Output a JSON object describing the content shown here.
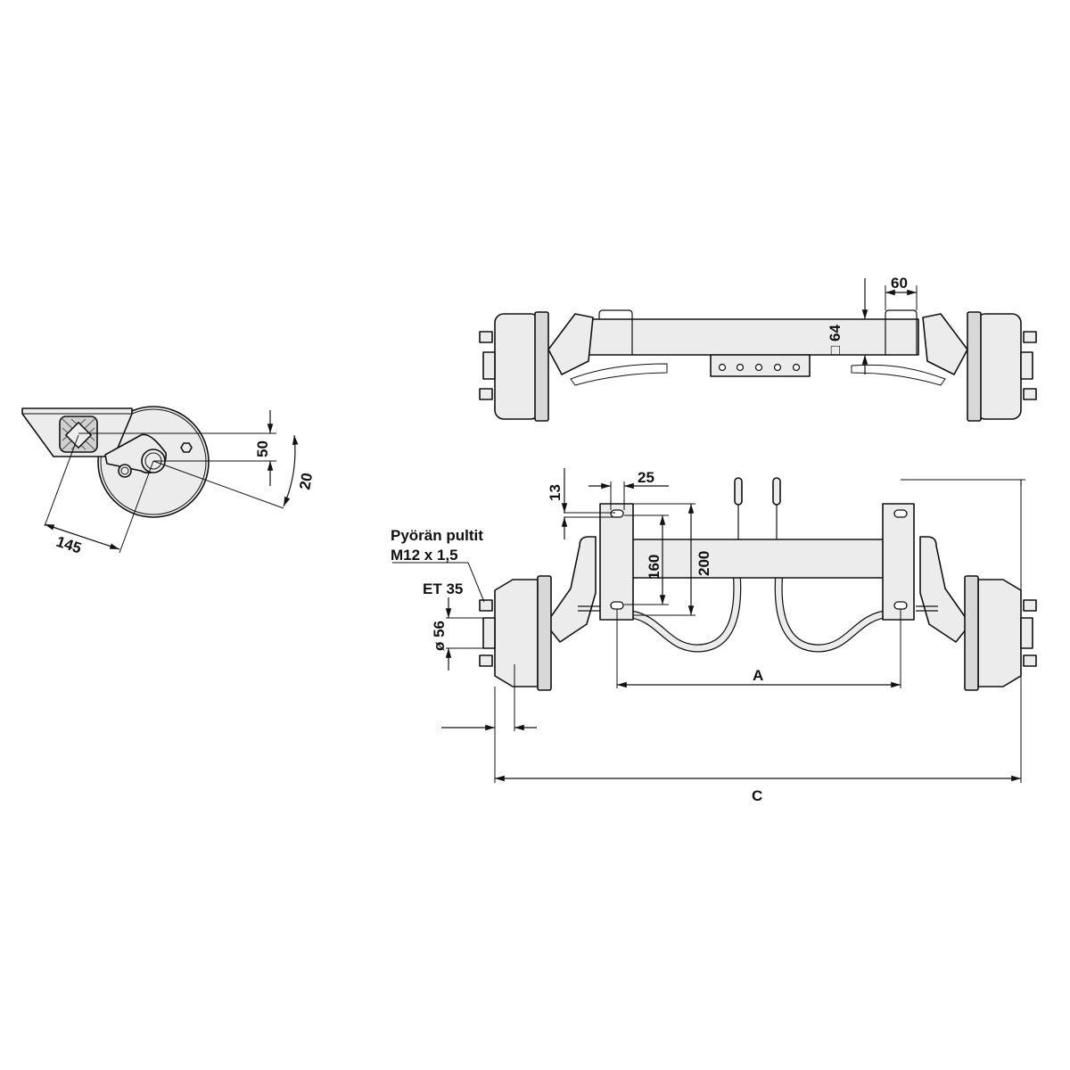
{
  "side_view": {
    "dim_height": "50",
    "dim_angle": "20",
    "dim_arm": "145"
  },
  "top_view": {
    "dim_width": "60",
    "dim_square": "□ 64"
  },
  "front_view": {
    "dim_slot": "13",
    "dim_offset": "25",
    "dim_hole_spacing": "160",
    "dim_plate_height": "200",
    "wheel_bolts_label": "Pyörän pultit",
    "wheel_bolts_spec": "M12 x 1,5",
    "et_label": "ET 35",
    "hub_diameter": "ø 56",
    "dim_a": "A",
    "dim_c": "C"
  }
}
